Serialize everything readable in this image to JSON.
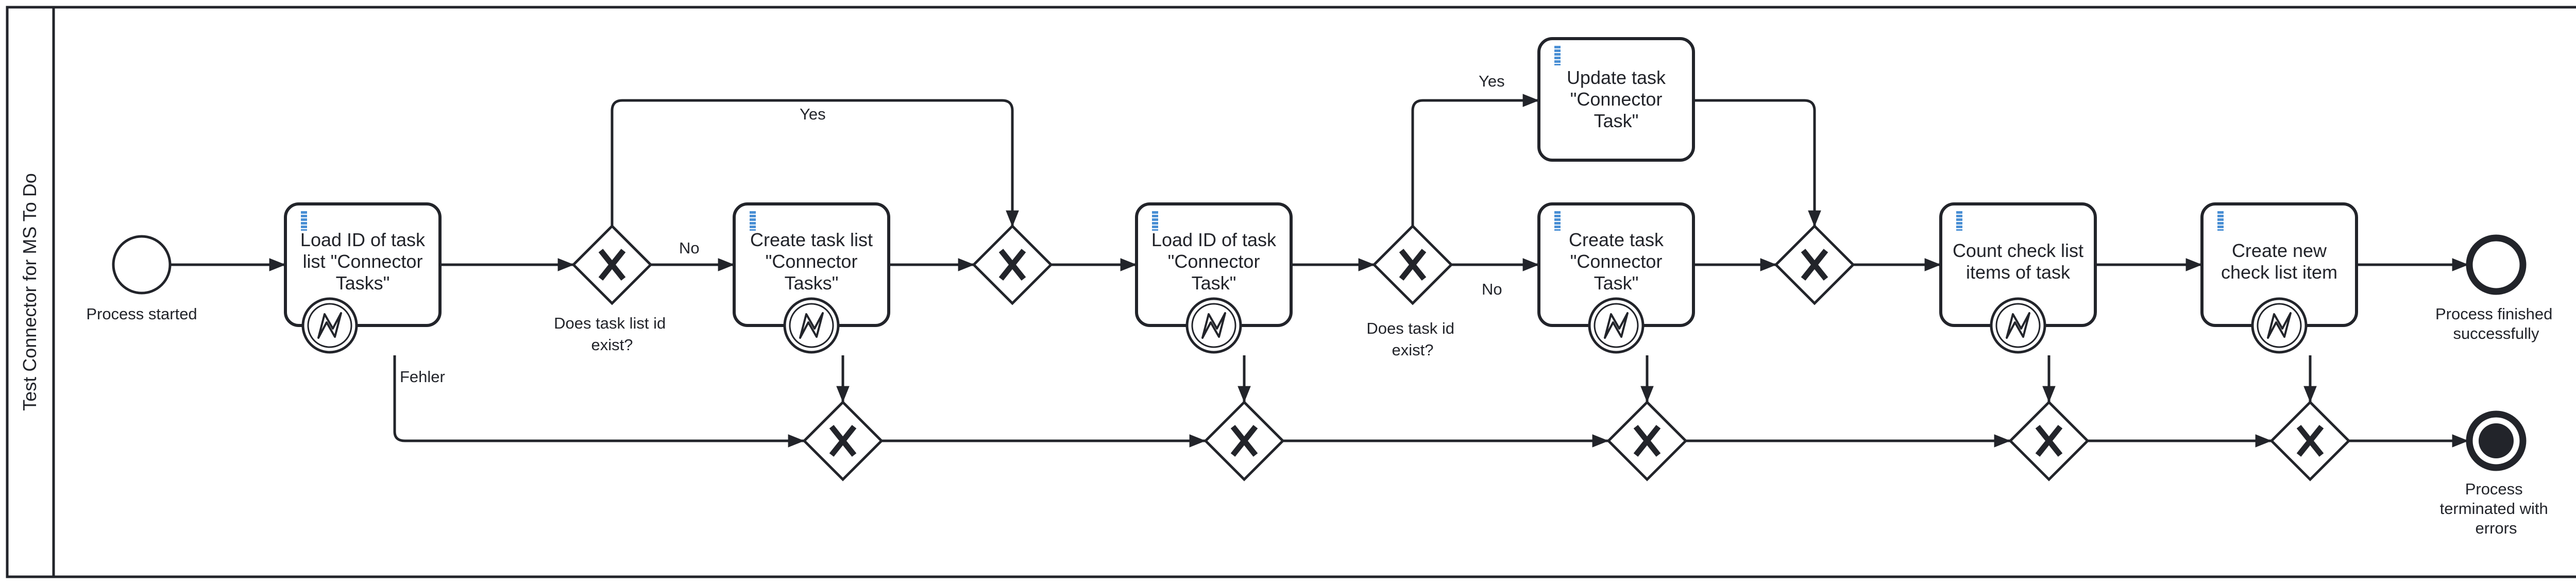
{
  "pool": {
    "name": "Test Connector for MS To Do"
  },
  "events": {
    "start": {
      "label": "Process started"
    },
    "end_success": {
      "label": [
        "Process finished",
        "successfully"
      ]
    },
    "end_error": {
      "label": [
        "Process",
        "terminated with",
        "errors"
      ]
    }
  },
  "tasks": {
    "t1": [
      "Load ID of task",
      "list \"Connector",
      "Tasks\""
    ],
    "t2": [
      "Create task list",
      "\"Connector",
      "Tasks\""
    ],
    "t3": [
      "Load ID of task",
      "\"Connector",
      "Task\""
    ],
    "t4": [
      "Update task",
      "\"Connector",
      "Task\""
    ],
    "t5": [
      "Create task",
      "\"Connector",
      "Task\""
    ],
    "t6": [
      "Count check list",
      "items of task"
    ],
    "t7": [
      "Create new",
      "check list item"
    ]
  },
  "gateways": {
    "g1": {
      "label": [
        "Does task list id",
        "exist?"
      ]
    },
    "g3": {
      "label": [
        "Does task id",
        "exist?"
      ]
    }
  },
  "flows": {
    "g1_no": "No",
    "g1_yes": "Yes",
    "g3_no": "No",
    "g3_yes": "Yes",
    "error": "Fehler"
  },
  "colors": {
    "stroke": "#22242a",
    "script_marker": "#4a8fd4",
    "background": "#ffffff"
  }
}
